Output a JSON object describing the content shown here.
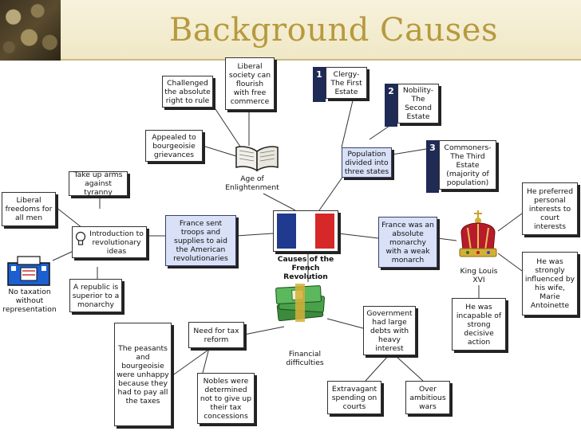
{
  "title": "Background Causes",
  "colors": {
    "title": "#b79a3f",
    "accent_blue": "#d9e1f7",
    "navy": "#1f2a55"
  },
  "center": {
    "label": "Causes of the French Revolution"
  },
  "enlightenment": {
    "label": "Age of Enlightenment",
    "liberal_society": "Liberal society can flourish with free commerce",
    "challenged": "Challenged the absolute right to rule",
    "appealed": "Appealed to bourgeoisie grievances"
  },
  "estates": {
    "population": "Population divided into three states",
    "first_num": "1",
    "first": "Clergy- The First Estate",
    "second_num": "2",
    "second": "Nobility- The Second Estate",
    "third_num": "3",
    "third": "Commoners- The Third Estate (majority of population)"
  },
  "america": {
    "sent": "France sent troops and supplies to aid the American revolutionaries",
    "intro": "Introduction to revolutionary ideas",
    "take_up": "Take up arms against tyranny",
    "liberal_freedoms": "Liberal freedoms for all men",
    "no_taxation": "No taxation without representation",
    "republic": "A republic is superior to a monarchy"
  },
  "monarchy": {
    "absolute": "France was an absolute monarchy with a weak monarch",
    "king": "King Louis XVI",
    "preferred": "He preferred personal interests to court interests",
    "influenced": "He was strongly influenced by his wife, Marie Antoinette",
    "incapable": "He was incapable of strong decisive action"
  },
  "finance": {
    "label": "Financial difficulties",
    "debts": "Government had large debts with heavy interest",
    "spending": "Extravagant spending on courts",
    "wars": "Over ambitious wars",
    "tax_reform": "Need for tax reform",
    "peasants": "The peasants and bourgeoisie were unhappy because they had to pay all the taxes",
    "nobles": "Nobles were determined not to give up their tax concessions"
  },
  "icons": [
    "book-icon",
    "flag-icon",
    "crown-icon",
    "money-icon",
    "lightbulb-icon",
    "ballot-box-icon"
  ]
}
